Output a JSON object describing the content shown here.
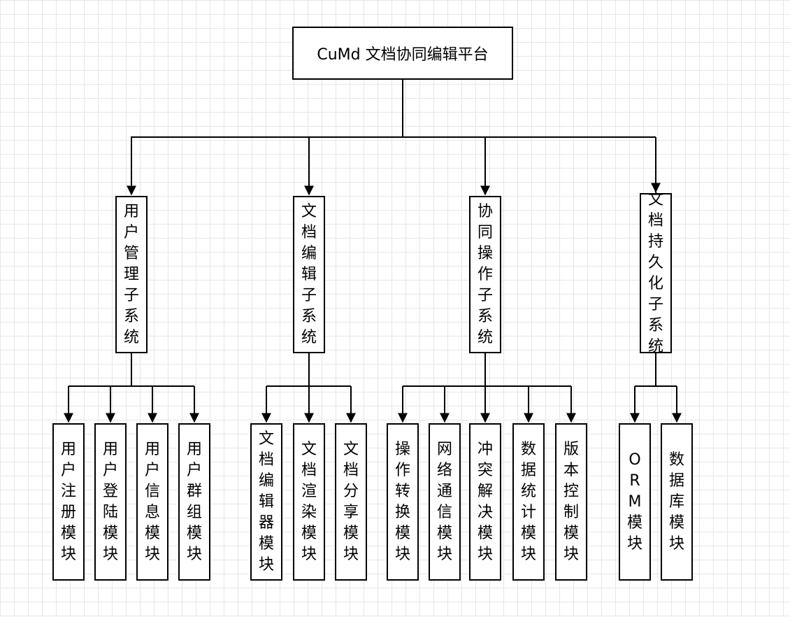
{
  "root": {
    "label": "CuMd 文档协同编辑平台"
  },
  "subsystems": [
    {
      "label": "用户管理子系统",
      "modules": [
        "用户注册模块",
        "用户登陆模块",
        "用户信息模块",
        "用户群组模块"
      ]
    },
    {
      "label": "文档编辑子系统",
      "modules": [
        "文档编辑器模块",
        "文档渲染模块",
        "文档分享模块"
      ]
    },
    {
      "label": "协同操作子系统",
      "modules": [
        "操作转换模块",
        "网络通信模块",
        "冲突解决模块",
        "数据统计模块",
        "版本控制模块"
      ]
    },
    {
      "label": "文档持久化子系统",
      "modules": [
        "ORM模块",
        "数据库模块"
      ]
    }
  ]
}
